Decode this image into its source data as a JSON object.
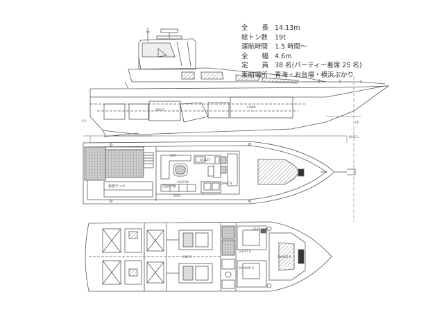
{
  "specs": [
    {
      "label": "全長",
      "value": "14.13m",
      "spread": true
    },
    {
      "label": "総トン数",
      "value": "19t",
      "spread": false
    },
    {
      "label": "運航時間",
      "value": "1.5 時間〜",
      "spread": false
    },
    {
      "label": "全幅",
      "value": "4.6m",
      "spread": true
    },
    {
      "label": "定員",
      "value": "38 名(パーティー着席 25 名)",
      "spread": true
    },
    {
      "label": "乗船場所",
      "value": "青海・お台場・横浜ぷかり",
      "spread": false
    }
  ],
  "drawing_labels": {
    "profile": {
      "cabin": "CABIN",
      "engine": "ENG.R",
      "fp": "F.P",
      "ap": "A.P",
      "base": "BASE L"
    },
    "main_deck": {
      "saloon": "SALOON",
      "galley": "GALLEY",
      "dinette": "DINETTE",
      "sofa": "SOFA",
      "bar": "BAR",
      "stern_note_1": "後部デッキ",
      "stern_note_2": "前部甲板"
    },
    "lower_deck": {
      "engine": "ENG.R",
      "guest_r": "GUEST R",
      "shower_r": "SHOWER R",
      "owner_r": "OWNER R",
      "head": "HEAD"
    }
  }
}
